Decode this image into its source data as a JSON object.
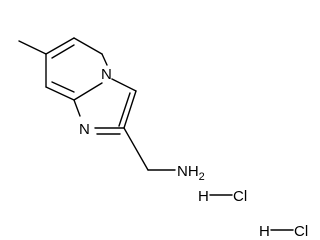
{
  "structure": {
    "atoms": {
      "n_bridge": "N",
      "n_ring": "N",
      "amine": "NH",
      "amine_subscript": "2"
    },
    "salt": [
      {
        "h": "H",
        "cl": "Cl"
      },
      {
        "h": "H",
        "cl": "Cl"
      }
    ]
  }
}
